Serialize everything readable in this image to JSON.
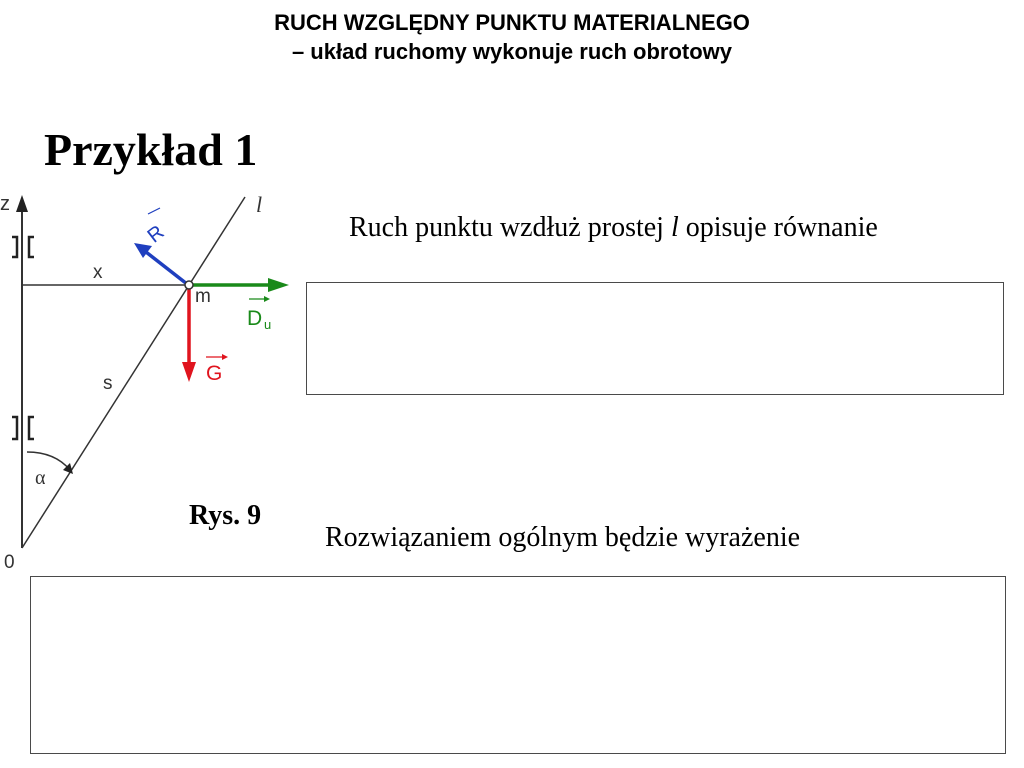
{
  "header": {
    "line1": "RUCH WZGLĘDNY PUNKTU MATERIALNEGO",
    "line2": "– układ ruchomy wykonuje ruch obrotowy"
  },
  "example_title": "Przykład 1",
  "statement": {
    "before": "Ruch punktu wzdłuż prostej ",
    "symbol": "l",
    "after": " opisuje równanie"
  },
  "solution_text": "Rozwiązaniem ogólnym będzie wyrażenie",
  "caption": "Rys. 9",
  "diagram": {
    "axis_label_z": "z",
    "axis_label_origin": "0",
    "line_label_l": "l",
    "label_x": "x",
    "label_s": "s",
    "label_alpha": "α",
    "label_m": "m",
    "label_R": "R",
    "label_D": "D",
    "label_D_subscript": "u",
    "label_G": "G",
    "colors": {
      "R": "#1f3fbf",
      "D": "#1a8a1a",
      "G": "#e0141e",
      "lines": "#333333"
    }
  },
  "boxes": {
    "equation": "",
    "solution": ""
  }
}
